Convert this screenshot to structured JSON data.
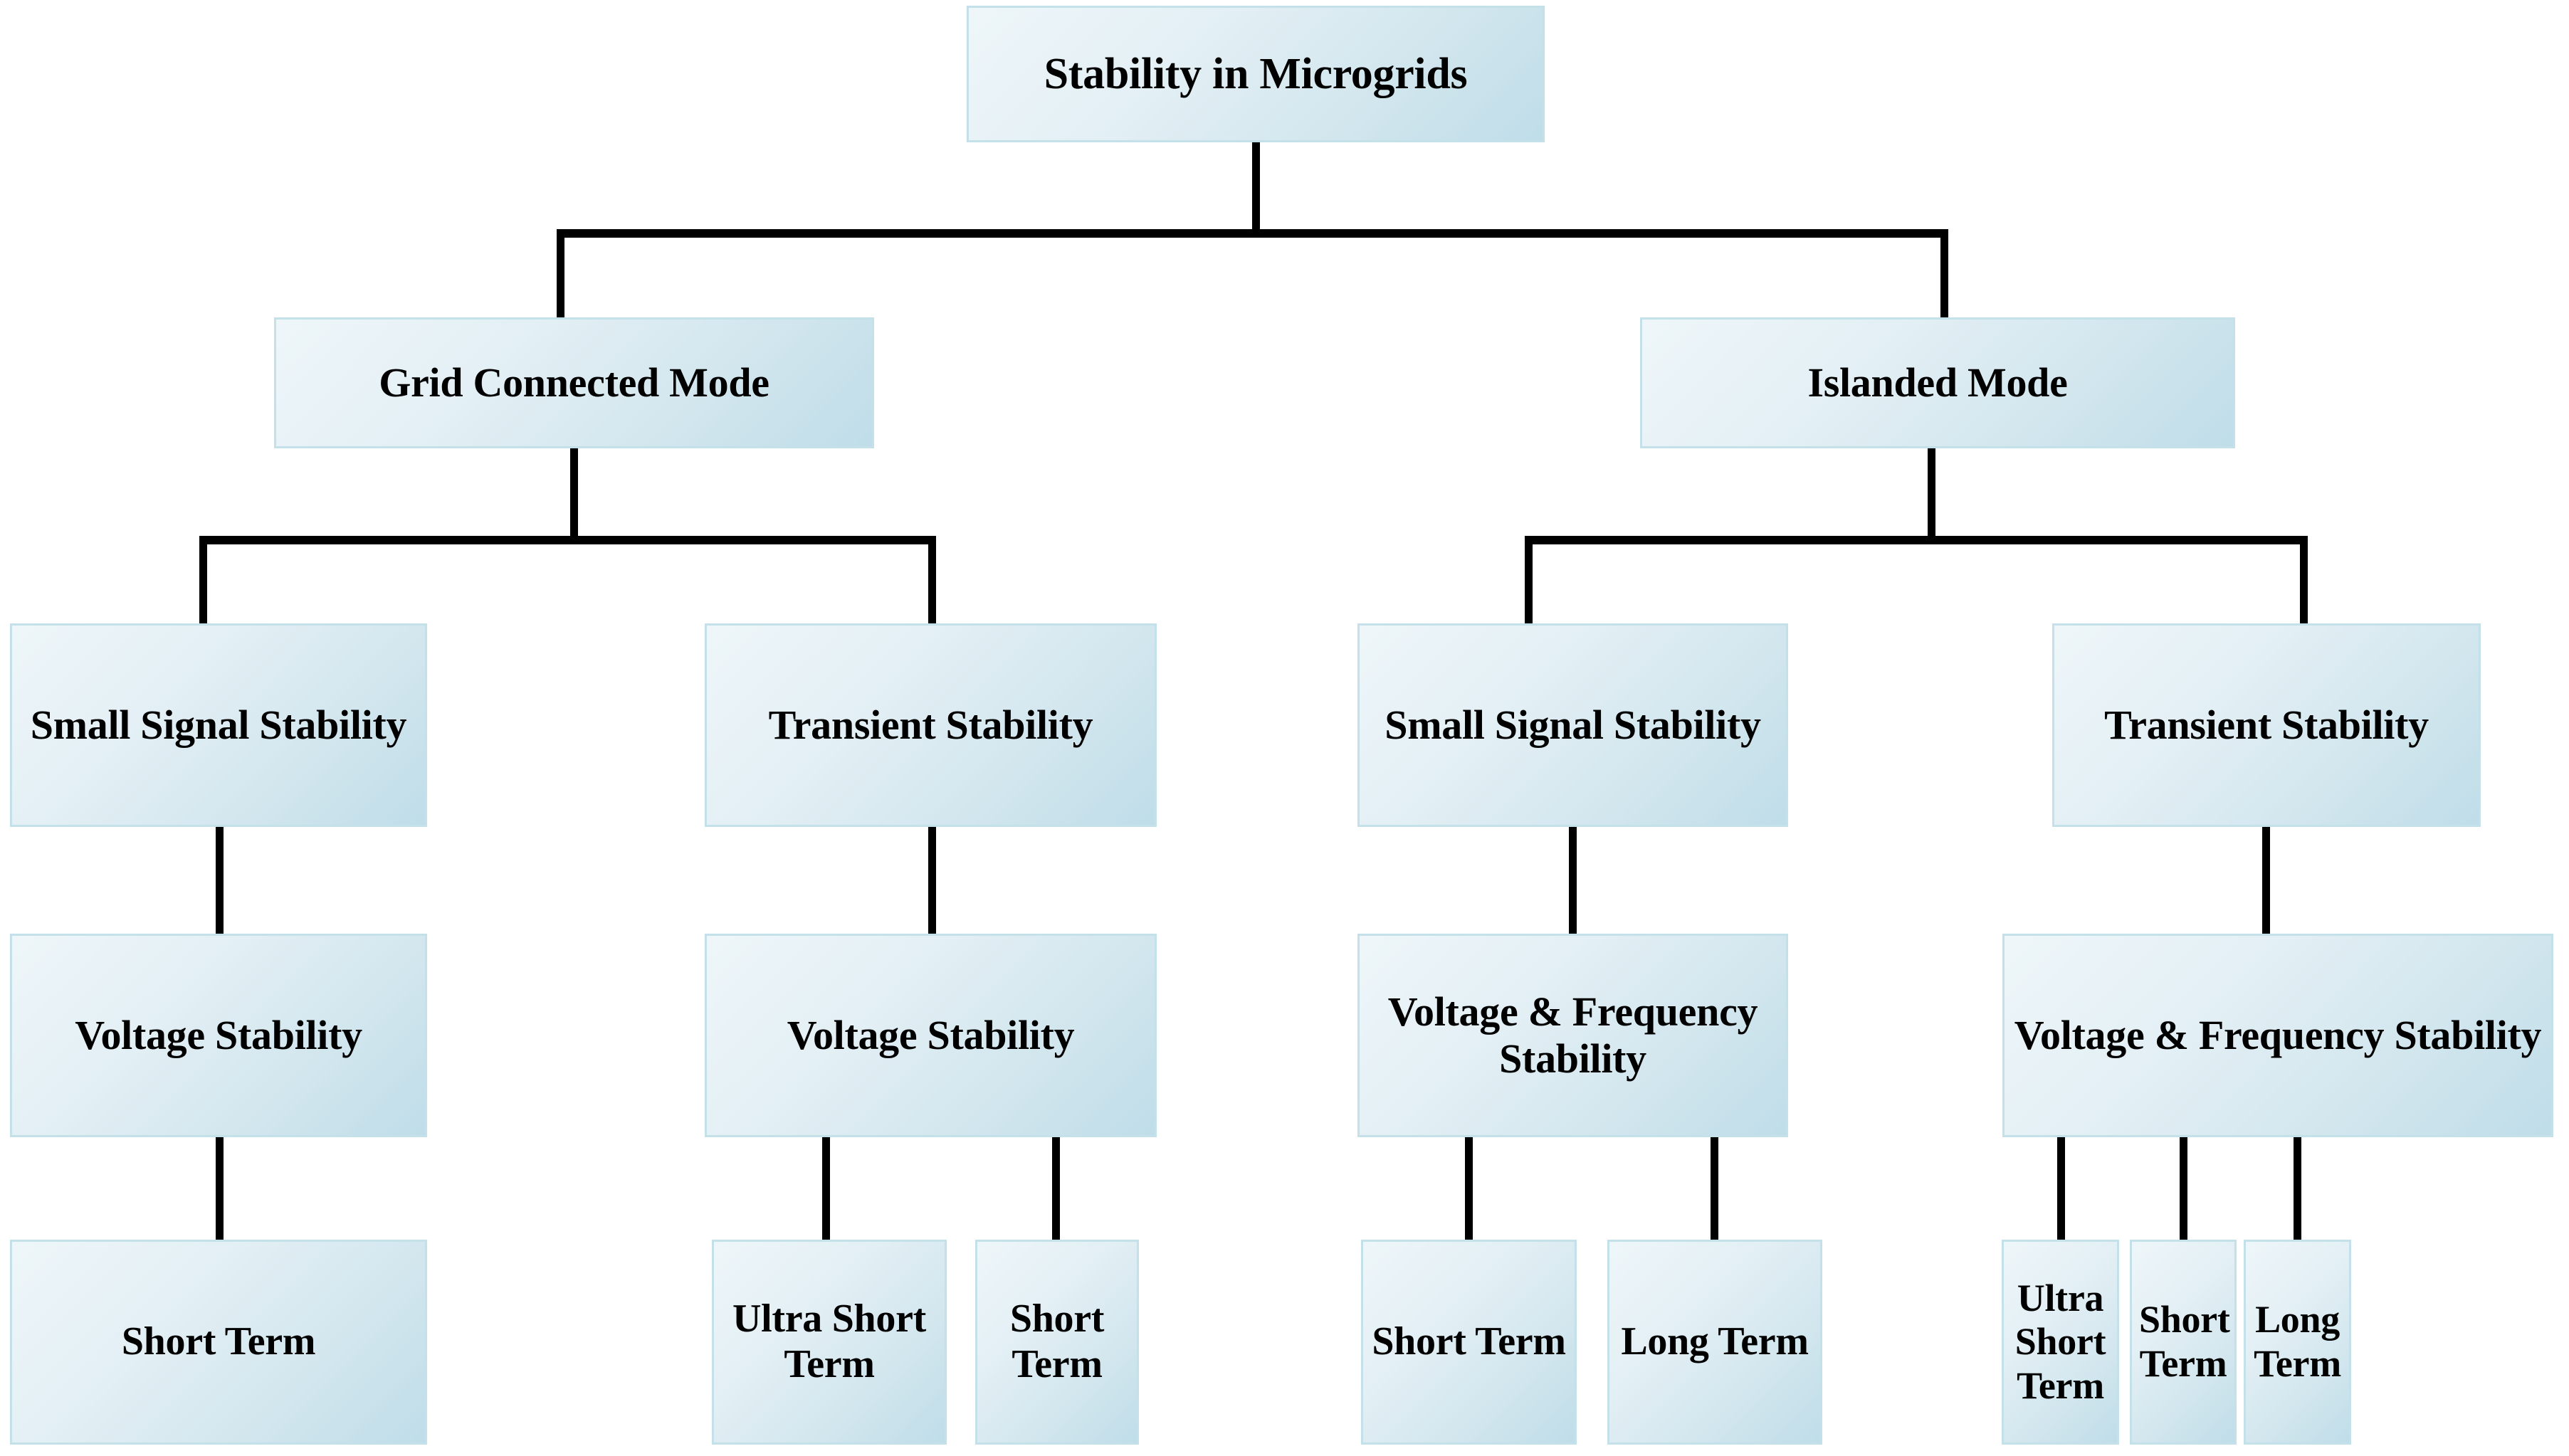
{
  "diagram": {
    "title": "Stability in Microgrids",
    "type": "hierarchy-tree",
    "levels": 5,
    "nodes": {
      "root": {
        "label": "Stability in Microgrids"
      },
      "mode_grid": {
        "label": "Grid Connected Mode"
      },
      "mode_islanded": {
        "label": "Islanded Mode"
      },
      "grid_small_signal": {
        "label": "Small Signal Stability"
      },
      "grid_transient": {
        "label": "Transient Stability"
      },
      "isl_small_signal": {
        "label": "Small Signal Stability"
      },
      "isl_transient": {
        "label": "Transient Stability"
      },
      "grid_ss_voltage": {
        "label": "Voltage Stability"
      },
      "grid_tr_voltage": {
        "label": "Voltage Stability"
      },
      "isl_ss_voltfreq": {
        "label": "Voltage & Frequency Stability"
      },
      "isl_tr_voltfreq": {
        "label": "Voltage & Frequency Stability"
      },
      "grid_ss_short": {
        "label": "Short Term"
      },
      "grid_tr_ultrashort": {
        "label": "Ultra Short Term"
      },
      "grid_tr_short": {
        "label": "Short Term"
      },
      "isl_ss_short": {
        "label": "Short Term"
      },
      "isl_ss_long": {
        "label": "Long Term"
      },
      "isl_tr_ultrashort": {
        "label": "Ultra Short Term"
      },
      "isl_tr_short": {
        "label": "Short Term"
      },
      "isl_tr_long": {
        "label": "Long Term"
      }
    },
    "colors": {
      "box_fill_light": "#eef6f9",
      "box_fill_dark": "#bfdde9",
      "box_border": "#c4e0e9",
      "connector": "#000000",
      "text": "#000000",
      "background": "#ffffff"
    }
  }
}
